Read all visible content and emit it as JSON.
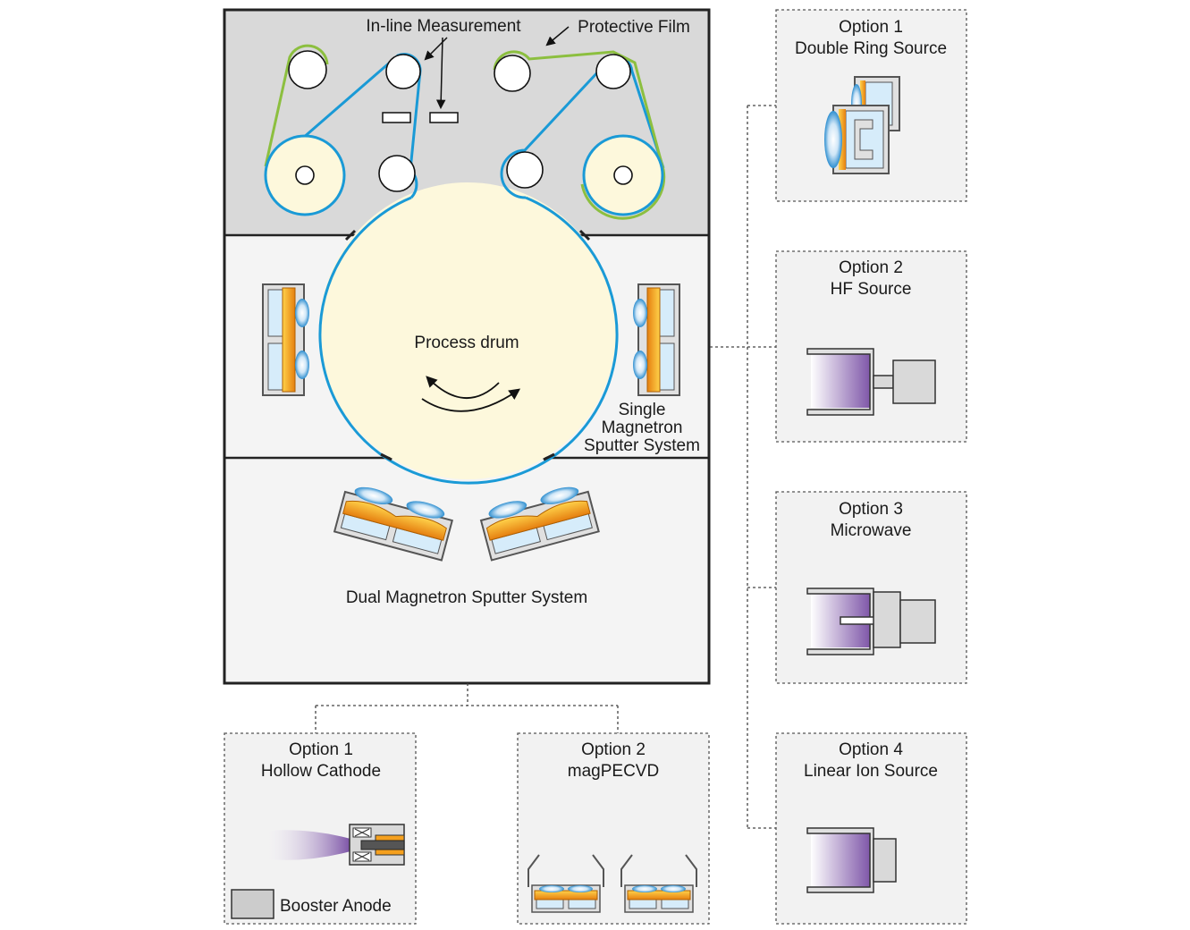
{
  "machine": {
    "top_labels": {
      "inline_measurement": "In-line Measurement",
      "protective_film": "Protective Film"
    },
    "process_drum": "Process drum",
    "single_magnetron": [
      "Single",
      "Magnetron",
      "Sputter System"
    ],
    "dual_magnetron": "Dual Magnetron Sputter System"
  },
  "right_options": [
    {
      "line1": "Option 1",
      "line2": "Double Ring Source"
    },
    {
      "line1": "Option 2",
      "line2": "HF Source"
    },
    {
      "line1": "Option 3",
      "line2": "Microwave"
    },
    {
      "line1": "Option 4",
      "line2": "Linear Ion Source"
    }
  ],
  "bottom_options": [
    {
      "line1": "Option 1",
      "line2": "Hollow Cathode",
      "legend": "Booster Anode"
    },
    {
      "line1": "Option 2",
      "line2": "magPECVD"
    }
  ],
  "colors": {
    "chamber_top": "#d9d9d9",
    "chamber_lower": "#f4f4f4",
    "drum": "#fdf8dc",
    "web": "#1a9ad6",
    "film": "#8cbf3f",
    "target": "#f5a01e",
    "plasma": "#7b52a6"
  }
}
